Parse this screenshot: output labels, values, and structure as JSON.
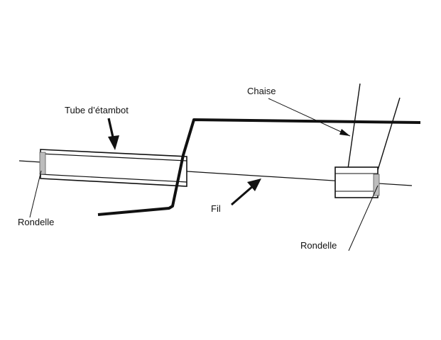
{
  "labels": {
    "tube": "Tube  d’étambot",
    "chaise": "Chaise",
    "fil": "Fil",
    "rondelle_left": "Rondelle",
    "rondelle_right": "Rondelle"
  },
  "colors": {
    "ink": "#111111",
    "washer": "#bdbdbd",
    "background": "#ffffff"
  }
}
